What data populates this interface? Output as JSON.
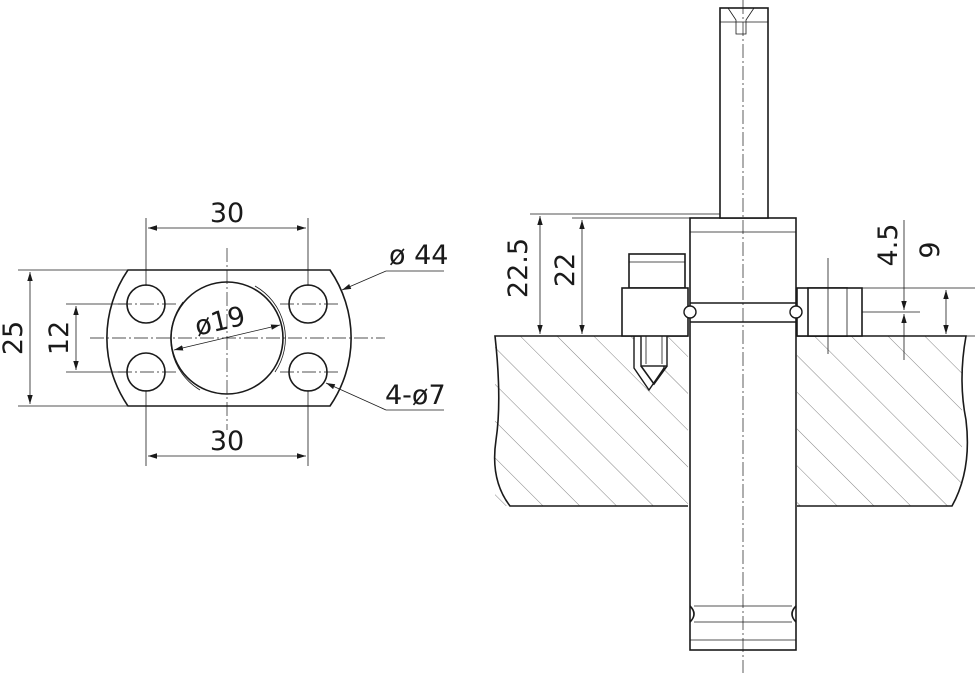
{
  "colors": {
    "line": "#1a1a1a",
    "background": "#ffffff"
  },
  "plan_view": {
    "dim_top_width": "30",
    "dim_bottom_width": "30",
    "dim_overall_height": "25",
    "dim_hole_spacing": "12",
    "dim_center_bore": "ø19",
    "dim_radius_callout": "ø 44",
    "dim_holes_callout": "4-ø7"
  },
  "section_view": {
    "dim_flange_top": "22.5",
    "dim_shaft_shoulder": "22",
    "dim_groove_offset": "4.5",
    "dim_flange_height": "9"
  }
}
